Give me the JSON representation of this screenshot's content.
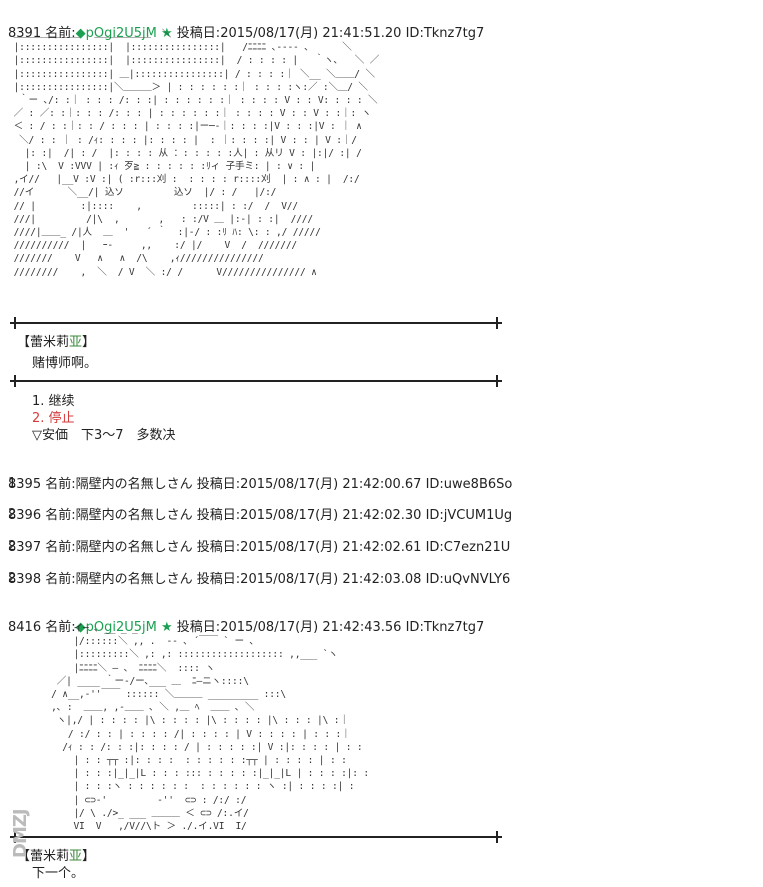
{
  "posts": [
    {
      "num": "8391",
      "name_label": "名前:",
      "trip": "◆pOgi2U5jM ★",
      "date_label": "投稿日:",
      "date": "2015/08/17(月) 21:41:51.20",
      "id": "ID:Tknz7tg7"
    },
    {
      "num": "8395",
      "name_label": "名前:",
      "name": "隔壁内の名無しさん",
      "date_label": "投稿日:",
      "date": "2015/08/17(月) 21:42:00.67",
      "id": "ID:uwe8B6So",
      "body": "1"
    },
    {
      "num": "8396",
      "name_label": "名前:",
      "name": "隔壁内の名無しさん",
      "date_label": "投稿日:",
      "date": "2015/08/17(月) 21:42:02.30",
      "id": "ID:jVCUM1Ug",
      "body": "2"
    },
    {
      "num": "8397",
      "name_label": "名前:",
      "name": "隔壁内の名無しさん",
      "date_label": "投稿日:",
      "date": "2015/08/17(月) 21:42:02.61",
      "id": "ID:C7ezn21U",
      "body": "2"
    },
    {
      "num": "8398",
      "name_label": "名前:",
      "name": "隔壁内の名無しさん",
      "date_label": "投稿日:",
      "date": "2015/08/17(月) 21:42:03.08",
      "id": "ID:uQvNVLY6",
      "body": "2"
    },
    {
      "num": "8416",
      "name_label": "名前:",
      "trip": "◆pOgi2U5jM ★",
      "date_label": "投稿日:",
      "date": "2015/08/17(月) 21:42:43.56",
      "id": "ID:Tknz7tg7"
    }
  ],
  "dialogue1": {
    "speaker_open": "【蕾米莉",
    "speaker_char": "亚",
    "speaker_close": "】",
    "line": "赌博师啊。"
  },
  "choices": {
    "opt1": "1. 继续",
    "opt2": "2. 停止",
    "note": "▽安価　下3～7　多数决"
  },
  "dialogue2": {
    "speaker_open": "【蕾米莉",
    "speaker_char": "亚",
    "speaker_close": "】",
    "line": "下一个。"
  },
  "aa1": " ＿＿＿＿＿＿＿　 ＿＿＿＿＿＿  ＼\n |::::::::::::::::|  |::::::::::::::::|   /ﾆﾆﾆﾆ ､---- ､      ＼\n |::::::::::::::::|  |::::::::::::::::|  / : : : : |   ｀ヽ､   ＼ ／\n |::::::::::::::::| ＿|::::::::::::::::| / : : : :｜ ＼__ ＼＿＿/ ＼\n |::::::::::::::::|＼＿＿＿＞ | : : : : : :｜ : : : :ヽ:／ :＼＿/ ＼\n  ｀ー ､/: :｜ : : : /: : :| : : : : : :｜ : : : : V : : V: : : : ＼\n ／ : ／: :｜: : : /: : : | : : : : : :｜ : : : : V : : V : :｜: ヽ\n ＜ : / : :｜: : / : : : | : : : :|ー─-｜: : : :|V : : :|V : ｜ ∧\n  ＼/ : : ｜ : /ｨ: : : : |: : : : |  : ｜: : : :| V : : | V :｜/\n   |: :|  /| : /  |: : : : 从 ：: : : : :人| : 从リ V : |:|/ :| /\n   | :\\  V :VVV | :ｨ 歹≧ : : : : : :ﾘィ 子手ミ: | : ∨ : |\n ,イ//   |__V :V :| ( :r:::刈 :  : : : : r::::刈  | : ∧ : |  /:/\n //イ      ＼__/| 込ソ         込ソ  |/ : /   |/:/\n // |        :|::::    ,         :::::| : :/  /  V//\n ///|         /|\\  ,       ,   : :/V ＿ |:-| : :|  ////\n ////|＿＿_ /|人  ＿  '   ´ ｀  :|-/ : :ﾘ ﾊ: \\: : ,/ /////\n //////////  |   ｰ-     ,,    :/ |/    V  /  ///////\n ///////    V   ∧   ∧  /\\    ,ｨ///////////////\n ////////    ,  ＼  / V  ＼ :/ /      V/////////////// ∧",
  "aa2": "      イ─ ､ __ _ _\n      |/::::::＼ ,, .  -‐ ､ ´￣￣ ` ー ､\n      |:::::::::＼ ,: ,: ::::::::::::::::::: ,,___ `ヽ\n      |ﾆﾆﾆﾆ＼ ― 、 ﾆﾆﾆﾆ＼  :::: ヽ\n   ／| ____ ｀ー-/ー､___ ＿  ﾆ―ニヽ::::\\\n  / ∧__,-''￣￣ :::::: ＼＿＿＿ _________ :::\\\n  ,､ :  ＿＿, ,-＿＿ ､ ＼ ,＿ ﾍ  ＿＿ ､ ＼\n   ヽ|,/ | : : : : |\\ : : : : |\\ : : : : |\\ : : : |\\ :｜\n     / :/ : : | : : : : /| : : : : | V : : : : | : : :｜\n    /ｨ : : /: : :|: : : : / | : : : : :| V :|: : : : | : :\n      | : : ┬┬ :|: : : :  : : : : : :┬┬ | : : : : | : :\n      | : : :|_|_|L : : : ::: : : : : :|_|_|L | : : : :|: :\n      | : : :ヽ : : : : : :  : : : : : : ヽ :| : : : :| :\n      | ⊂⊃-'         -''  ⊂⊃ : /:/ :/\n      |/ \\ ./>_ ___ ＿＿＿ ＜ ⊂⊃ /:.イ/\n      VI  V   ,/V//\\ト ＞ ./.イ.VI  I/"
}
